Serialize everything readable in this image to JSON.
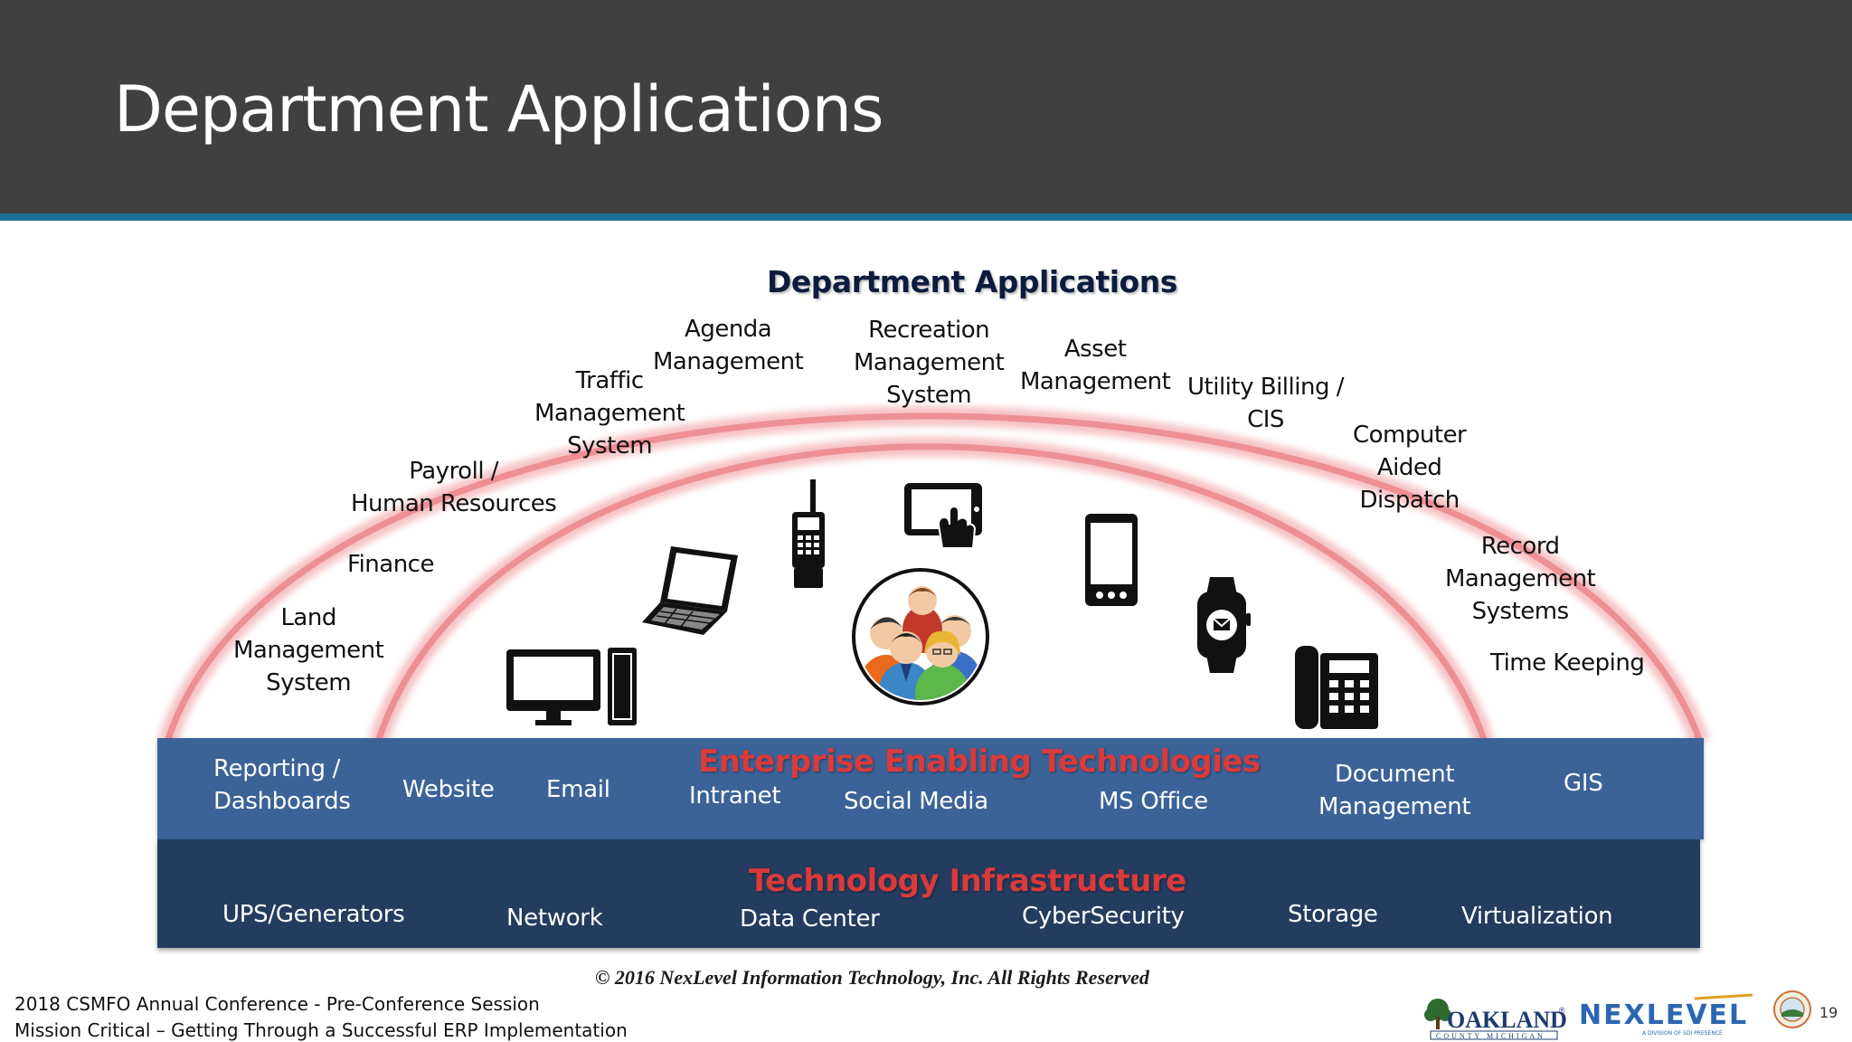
{
  "slide": {
    "title": "Department Applications",
    "page_number": "19"
  },
  "diagram": {
    "title": "Department Applications",
    "applications": [
      "Agenda\nManagement",
      "Recreation\nManagement\nSystem",
      "Asset\nManagement",
      "Traffic\nManagement\nSystem",
      "Utility Billing /\nCIS",
      "Computer\nAided\nDispatch",
      "Payroll /\nHuman Resources",
      "Finance",
      "Land\nManagement\nSystem",
      "Record\nManagement\nSystems",
      "Time Keeping"
    ],
    "enterprise": {
      "title": "Enterprise Enabling Technologies",
      "items": [
        "Reporting /\nDashboards",
        "Website",
        "Email",
        "Intranet",
        "Social Media",
        "MS Office",
        "Document\nManagement",
        "GIS"
      ]
    },
    "infrastructure": {
      "title": "Technology Infrastructure",
      "items": [
        "UPS/Generators",
        "Network",
        "Data Center",
        "CyberSecurity",
        "Storage",
        "Virtualization"
      ]
    },
    "icons": [
      "desktop-computer-icon",
      "laptop-icon",
      "radio-icon",
      "tablet-touch-icon",
      "user-group-icon",
      "smartphone-icon",
      "smartwatch-icon",
      "desk-phone-icon"
    ],
    "colors": {
      "header": "#404040",
      "header_rule": "#1f6e98",
      "arc": "#f0a0a4",
      "enterprise_band": "#3b6398",
      "infrastructure_band": "#233c5f",
      "band_title": "#d93a3a"
    }
  },
  "footer": {
    "copyright": "© 2016 NexLevel Information Technology, Inc. All Rights Reserved",
    "line1": "2018 CSMFO Annual Conference - Pre-Conference Session",
    "line2": "Mission Critical – Getting Through a Successful ERP Implementation"
  },
  "logos": {
    "oakland": {
      "name": "OAKLAND",
      "sub": "COUNTY MICHIGAN"
    },
    "nexlevel": {
      "name": "NEXLEVEL",
      "sub": "A DIVISION OF SDI PRESENCE"
    }
  }
}
